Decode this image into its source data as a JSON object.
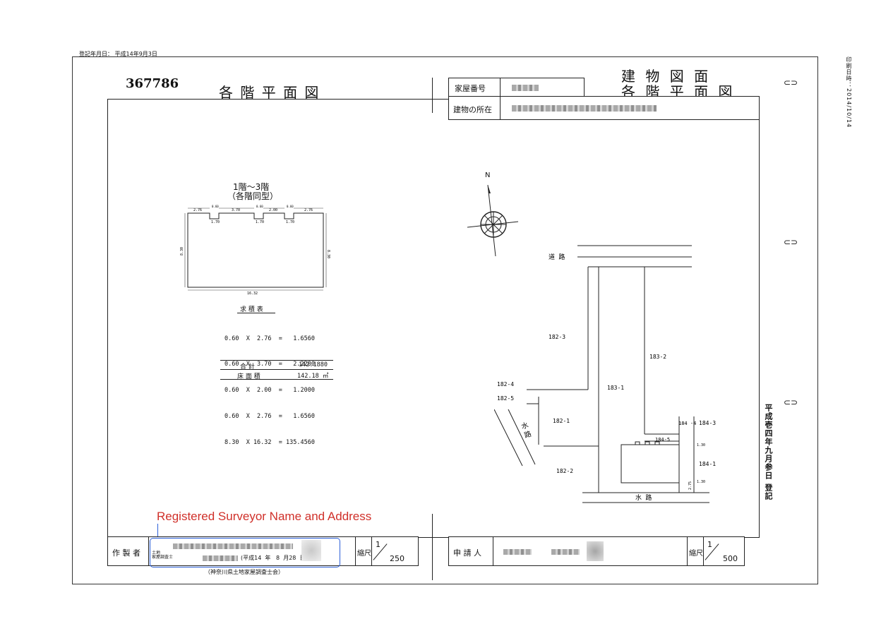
{
  "registration_date": "登記年月日： 平成14年9月3日",
  "print_date": "印刷日時：2014/10/14",
  "doc_number": "367786",
  "left_title": "各 階 平 面 図",
  "right_title_line1": "建 物 図 面",
  "right_title_line2": "各 階 平 面 図",
  "house_number_label": "家屋番号",
  "location_label": "建物の所在",
  "floor_heading": "1階～3階",
  "floor_subheading": "（各階同型）",
  "dimensions": {
    "top": [
      "2.76",
      "3.70",
      "2.00",
      "2.76"
    ],
    "notch": [
      "1.70",
      "1.70",
      "1.70"
    ],
    "left": "8.30",
    "right": "8.30",
    "bottom": "16.32",
    "notch_small": "0.60"
  },
  "area_table": {
    "title": "求 積 表",
    "rows": [
      "0.60  X  2.76  =   1.6560",
      "0.60  X  3.70  =   2.2200",
      "0.60  X  2.00  =   1.2000",
      "0.60  X  2.76  =   1.6560",
      "8.30  X 16.32  = 135.4560"
    ],
    "total_label": "合 計",
    "total_value": "142.1880",
    "floor_area_label": "床 面 積",
    "floor_area_value": "142.18 ㎡"
  },
  "north_label": "N",
  "site_labels": {
    "road": "道 路",
    "lot_182_3": "182-3",
    "lot_183_2": "183-2",
    "lot_182_4": "182-4",
    "lot_183_1": "183-1",
    "lot_182_5": "182-5",
    "lot_182_1": "182-1",
    "lot_184_4": "184\n-4",
    "lot_184_3": "184-3",
    "lot_184_5": "184-5",
    "lot_184_1": "184-1",
    "lot_182_2": "182-2",
    "waterway_v": "水 路",
    "waterway_h": "水 路",
    "dim_a": "1.30",
    "dim_b": "1.30",
    "dim_c": "2.75"
  },
  "side_stamp": "平成壱四年九月参日 登記",
  "annotation": "Registered Surveyor Name and Address",
  "bottom": {
    "maker_label": "作 製 者",
    "surveyor_small": "土地\n家屋調査士",
    "date_text": "(平成14  年   8  月28  日作製)",
    "association": "（神奈川県土地家屋調査士会）",
    "scale_label_left": "縮尺",
    "scale_left_num": "1",
    "scale_left_den": "250",
    "applicant_label": "申 請 人",
    "scale_label_right": "縮尺",
    "scale_right_num": "1",
    "scale_right_den": "500"
  }
}
